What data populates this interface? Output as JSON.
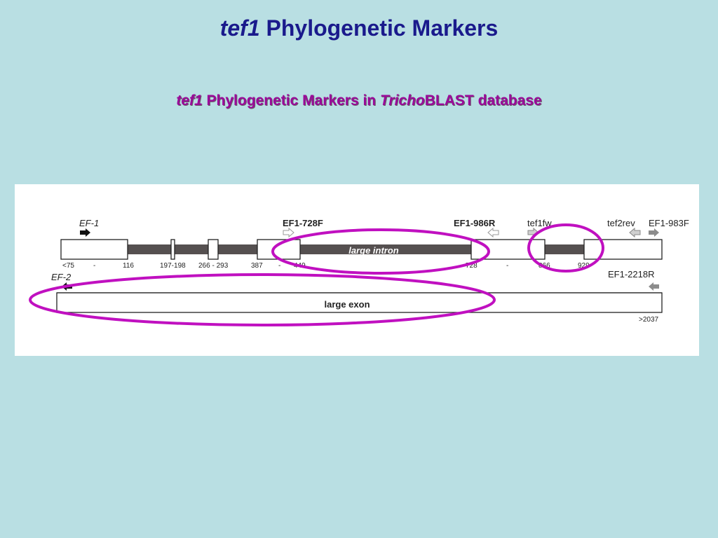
{
  "title": {
    "gene": "tef1",
    "rest": " Phylogenetic Markers"
  },
  "subtitle": {
    "gene": "tef1",
    "mid": " Phylogenetic Markers in ",
    "genus": "Tricho",
    "db": "BLAST database"
  },
  "diagram": {
    "primers": {
      "ef1": "EF-1",
      "ef2": "EF-2",
      "ef1_728f": "EF1-728F",
      "ef1_986r": "EF1-986R",
      "tef1fw": "tef1fw",
      "tef2rev": "tef2rev",
      "ef1_983f": "EF1-983F",
      "ef1_2218r": "EF1-2218R"
    },
    "labels": {
      "intron": "large intron",
      "exon": "large exon"
    },
    "positions": {
      "p75": "<75",
      "dash1": "-",
      "p116": "116",
      "p197": "197-198",
      "p266": "266 - 293",
      "p387": "387",
      "dash2": "-",
      "p449": "449",
      "p728": "728",
      "dash3": "-",
      "p866": "866",
      "p929": "929",
      "p2037": ">2037"
    },
    "colors": {
      "intron": "#555050",
      "highlight": "#c010c0",
      "primer_gray": "#8c8c8c"
    }
  }
}
